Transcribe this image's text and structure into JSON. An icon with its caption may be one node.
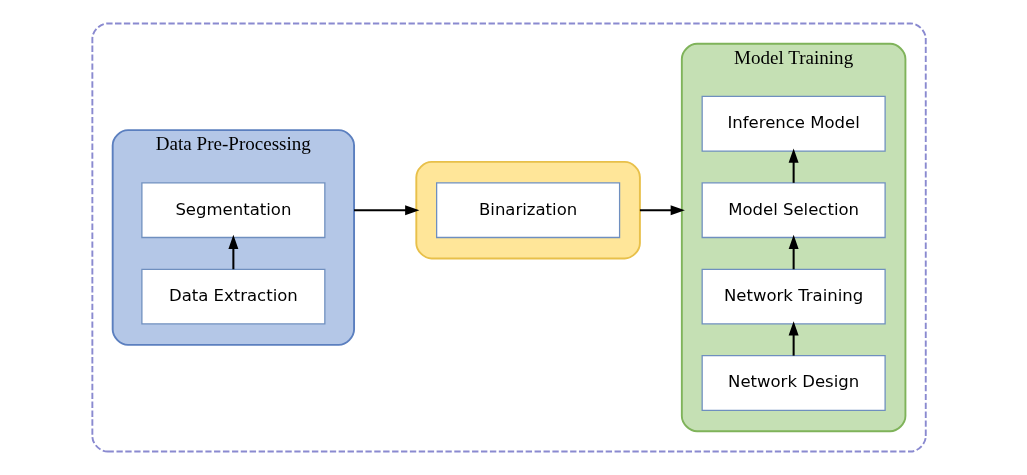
{
  "diagram": {
    "nodes": [
      {
        "text": [],
        "shape": "box"
      },
      {
        "text": [
          "Data Pre-Processing"
        ],
        "in": 0
      },
      {
        "text": [
          "Data Extraction"
        ],
        "in": 1
      },
      {
        "text": [
          "Segmentation"
        ],
        "in": 1
      },
      {
        "text": [],
        "shape": "box",
        "in": 0
      },
      {
        "text": [
          "Binarization"
        ],
        "in": 4
      },
      {
        "text": [
          "Model Training"
        ],
        "in": 0
      },
      {
        "text": [
          "Network Design"
        ],
        "in": 6
      },
      {
        "text": [
          "Network Training"
        ],
        "in": 6
      },
      {
        "text": [
          "Model Selection"
        ],
        "in": 6
      },
      {
        "text": [
          "Inference Model"
        ],
        "in": 6
      }
    ],
    "edges": [
      {
        "from": 2,
        "to": 3,
        "arrow": "to"
      },
      {
        "from": 1,
        "to": 4,
        "arrow": "to"
      },
      {
        "from": 4,
        "to": 6,
        "arrow": "to"
      },
      {
        "from": 7,
        "to": 8,
        "arrow": "to"
      },
      {
        "from": 8,
        "to": 9,
        "arrow": "to"
      },
      {
        "from": 9,
        "to": 10,
        "arrow": "to"
      }
    ]
  }
}
